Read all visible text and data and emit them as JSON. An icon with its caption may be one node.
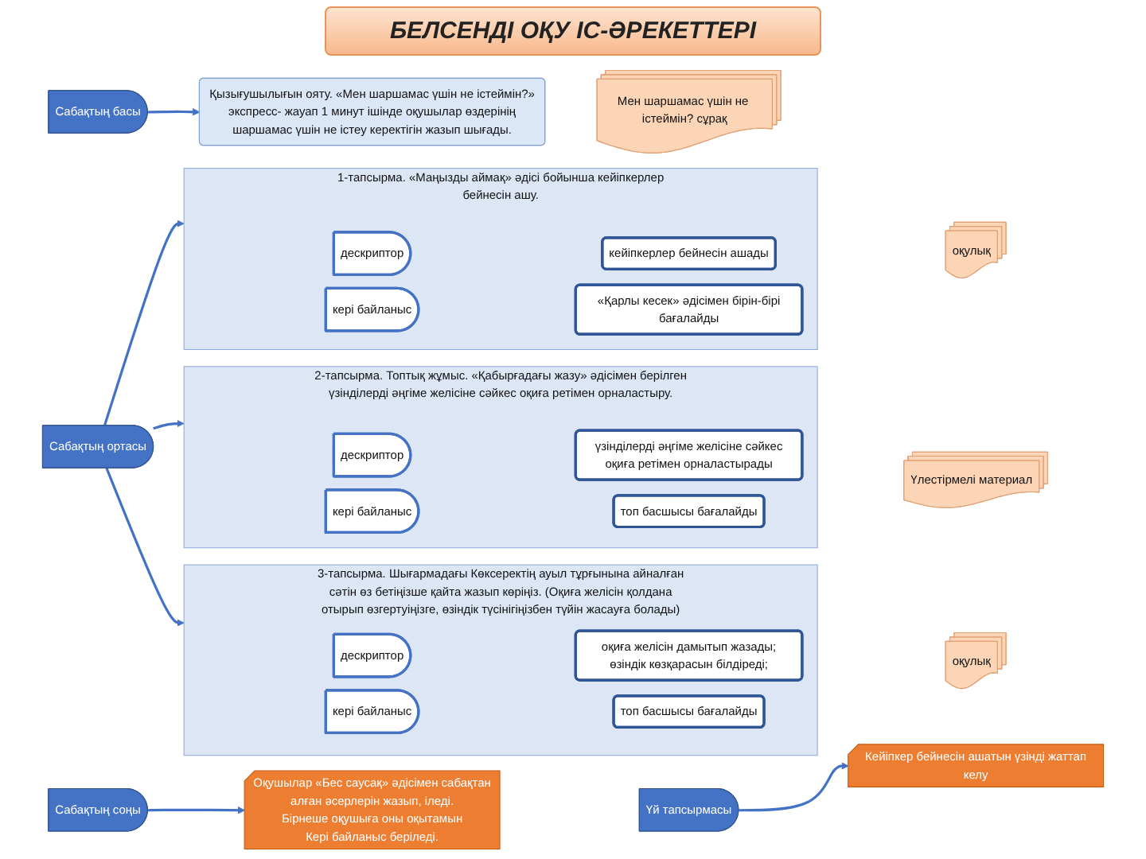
{
  "diagram": {
    "title": "БЕЛСЕНДІ ОҚУ ІС-ӘРЕКЕТТЕРІ",
    "nodes": [
      {
        "text": [
          "Сабақтың басы"
        ]
      },
      {
        "text": [
          "Қызығушылығын ояту. «Мен шаршамас үшін не істеймін?» экспресс- жауап 1 минут ішінде оқушылар өздерінің шаршамас үшін не істеу керектігін жазып шығады."
        ]
      },
      {
        "text": [
          "Мен шаршамас үшін не істеймін? сұрақ"
        ]
      },
      {
        "text": [
          "Сабақтың ортасы"
        ]
      },
      {
        "text": [
          "1-тапсырма. «Маңызды аймақ» әдісі бойынша кейіпкерлер бейнесін ашу."
        ]
      },
      {
        "text": [
          "дескриптор"
        ],
        "in": 4
      },
      {
        "text": [
          "кейіпкерлер бейнесін ашады"
        ],
        "in": 4
      },
      {
        "text": [
          "кері байланыс"
        ],
        "in": 4
      },
      {
        "text": [
          "«Қарлы кесек» әдісімен бірін-бірі бағалайды"
        ],
        "in": 4
      },
      {
        "text": [
          "оқулық"
        ]
      },
      {
        "text": [
          "2-тапсырма. Топтық жұмыс. «Қабырғадағы жазу» әдісімен берілген үзінділерді әңгіме желісіне сәйкес оқиға ретімен орналастыру."
        ]
      },
      {
        "text": [
          "дескриптор"
        ],
        "in": 10
      },
      {
        "text": [
          "үзінділерді әңгіме желісіне сәйкес оқиға ретімен орналастырады"
        ],
        "in": 10
      },
      {
        "text": [
          "кері байланыс"
        ],
        "in": 10
      },
      {
        "text": [
          "топ басшысы бағалайды"
        ],
        "in": 10
      },
      {
        "text": [
          "Үлестірмелі материал"
        ]
      },
      {
        "text": [
          "3-тапсырма. Шығармадағы Көксеректің ауыл тұрғынына айналған сәтін өз бетіңізше қайта жазып көріңіз. (Оқиға желісін қолдана отырып өзгертуіңізге, өзіндік түсінігіңізбен түйін жасауға болады)"
        ]
      },
      {
        "text": [
          "дескриптор"
        ],
        "in": 16
      },
      {
        "text": [
          "оқиға желісін дамытып жазады; өзіндік көзқарасын білдіреді;"
        ],
        "in": 16
      },
      {
        "text": [
          "кері байланыс"
        ],
        "in": 16
      },
      {
        "text": [
          "топ басшысы бағалайды"
        ],
        "in": 16
      },
      {
        "text": [
          "оқулық"
        ]
      },
      {
        "text": [
          "Сабақтың соңы"
        ]
      },
      {
        "text": [
          "Оқушылар «Бес саусақ» әдісімен сабақтан алған әсерлерін жазып, іледі.",
          "Бірнеше оқушыға оны оқытамын",
          "Кері байланыс беріледі."
        ]
      },
      {
        "text": [
          "Үй тапсырмасы"
        ]
      },
      {
        "text": [
          "Кейіпкер бейнесін ашатын үзінді жаттап келу"
        ]
      }
    ],
    "edges": [
      {
        "from": 0,
        "to": 1,
        "arrow": "to"
      },
      {
        "from": 3,
        "to": 4,
        "arrow": "to"
      },
      {
        "from": 3,
        "to": 10,
        "arrow": "to"
      },
      {
        "from": 3,
        "to": 16,
        "arrow": "to"
      },
      {
        "from": 22,
        "to": 23,
        "arrow": "to"
      },
      {
        "from": 24,
        "to": 25,
        "arrow": "to"
      }
    ]
  }
}
